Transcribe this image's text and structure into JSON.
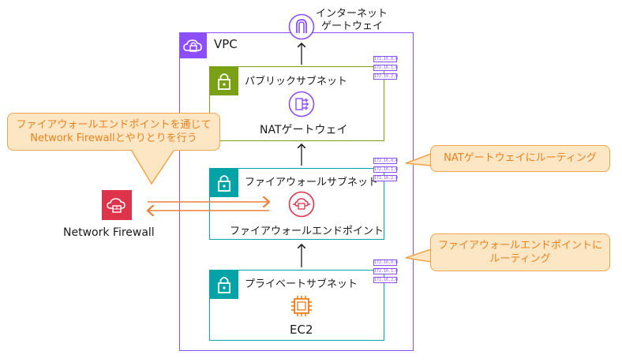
{
  "internet_gateway": {
    "label_line1": "インターネット",
    "label_line2": "ゲートウェイ",
    "icon": "internet-gateway-icon"
  },
  "vpc": {
    "label": "VPC",
    "color": "#8c4fff",
    "icon": "vpc-cloud-lock-icon"
  },
  "public_subnet": {
    "label": "パブリックサブネット",
    "color": "#7aa116",
    "icon": "lock-icon"
  },
  "nat_gateway": {
    "label": "NATゲートウェイ",
    "icon": "nat-gateway-icon"
  },
  "firewall_subnet": {
    "label": "ファイアウォールサブネット",
    "color": "#00a4a6",
    "icon": "lock-icon"
  },
  "firewall_endpoint": {
    "label": "ファイアウォールエンドポイント",
    "color": "#dd344c",
    "icon": "firewall-endpoint-icon"
  },
  "private_subnet": {
    "label": "プライベートサブネット",
    "color": "#00a4a6",
    "icon": "lock-icon"
  },
  "ec2": {
    "label": "EC2",
    "color": "#ed7100",
    "icon": "ec2-chip-icon"
  },
  "network_firewall": {
    "label": "Network Firewall",
    "color": "#dd344c",
    "icon": "network-firewall-icon"
  },
  "route_tables": [
    "172.16.0.0",
    "172.16.1.0",
    "172.16.2.0"
  ],
  "callouts": {
    "endpoint_line1": "ファイアウォールエンドポイントを通じて",
    "endpoint_line2": "Network  Firewallとやりとりを行う",
    "nat_routing": "NATゲートウェイにルーティング",
    "fw_routing_line1": "ファイアウォールエンドポイントに",
    "fw_routing_line2": "ルーティング"
  },
  "colors": {
    "arrow_orange": "#e8823a",
    "callout_fill": "#fde6c3",
    "callout_border": "#f0a44c",
    "callout_text": "#e8821e"
  }
}
